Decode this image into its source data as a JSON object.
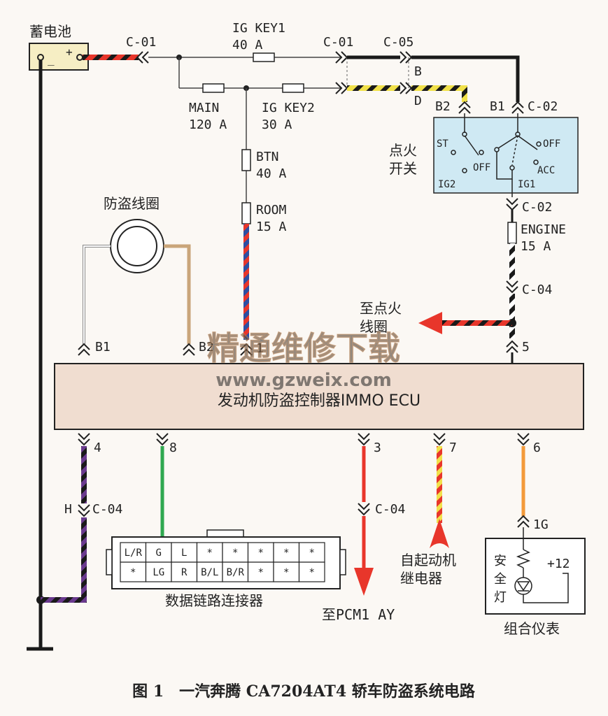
{
  "battery": {
    "label": "蓄电池",
    "plus": "+",
    "minus": "_"
  },
  "connectors": {
    "c01_left": "C-01",
    "c01_right": "C-01",
    "c05": "C-05",
    "c02_top": "C-02",
    "c02_bottom": "C-02",
    "c04_right": "C-04",
    "c04_left": "C-04",
    "c04_pcm": "C-04",
    "pin_b": "B",
    "pin_d": "D",
    "pin_b2_switch": "B2",
    "pin_b1_switch": "B1",
    "pin_h": "H"
  },
  "fuses": {
    "ig_key1": {
      "name": "IG KEY1",
      "rating": "40 A"
    },
    "main": {
      "name": "MAIN",
      "rating": "120 A"
    },
    "ig_key2": {
      "name": "IG KEY2",
      "rating": "30 A"
    },
    "btn": {
      "name": "BTN",
      "rating": "40 A"
    },
    "room": {
      "name": "ROOM",
      "rating": "15 A"
    },
    "engine": {
      "name": "ENGINE",
      "rating": "15 A"
    }
  },
  "ignition_switch": {
    "label_line1": "点火",
    "label_line2": "开关",
    "st": "ST",
    "off_left": "OFF",
    "off_right": "OFF",
    "acc": "ACC",
    "ig1": "IG1",
    "ig2": "IG2"
  },
  "coil": {
    "label": "防盗线圈"
  },
  "to_ignition_coil": {
    "line1": "至点火",
    "line2": "线圈"
  },
  "ecu": {
    "label": "发动机防盗控制器IMMO ECU",
    "pins_top": {
      "b1": "B1",
      "b2": "B2",
      "p1": "1",
      "p5": "5"
    },
    "pins_bottom": {
      "p4": "4",
      "p8": "8",
      "p3": "3",
      "p7": "7",
      "p6": "6"
    }
  },
  "watermark": {
    "line1": "精通维修下载",
    "line2": "www.gzweix.com"
  },
  "dlc": {
    "label": "数据链路连接器",
    "row1": [
      "L/R",
      "G",
      "L",
      "*",
      "*",
      "*",
      "*",
      "*"
    ],
    "row2": [
      "*",
      "LG",
      "R",
      "B/L",
      "B/R",
      "*",
      "*",
      "*"
    ]
  },
  "pcm": {
    "label": "至PCM1 AY"
  },
  "starter_relay": {
    "line1": "自起动机",
    "line2": "继电器"
  },
  "cluster": {
    "label": "组合仪表",
    "pin": "1G",
    "lamp_line1": "安",
    "lamp_line2": "全",
    "lamp_line3": "灯",
    "supply": "+12"
  },
  "caption": "图 1　一汽奔腾 CA7204AT4 轿车防盗系统电路",
  "colors": {
    "black": "#1a1a1a",
    "red": "#e8362b",
    "yellow": "#f1e14a",
    "green": "#2fa84f",
    "orange": "#f39a3a",
    "purple": "#6a3a8e",
    "blue": "#2c4fa3",
    "tan": "#c9a57a",
    "switch_fill": "#cfe9f3",
    "ecu_fill": "#f0ddd0",
    "battery_fill": "#f6eec4"
  }
}
